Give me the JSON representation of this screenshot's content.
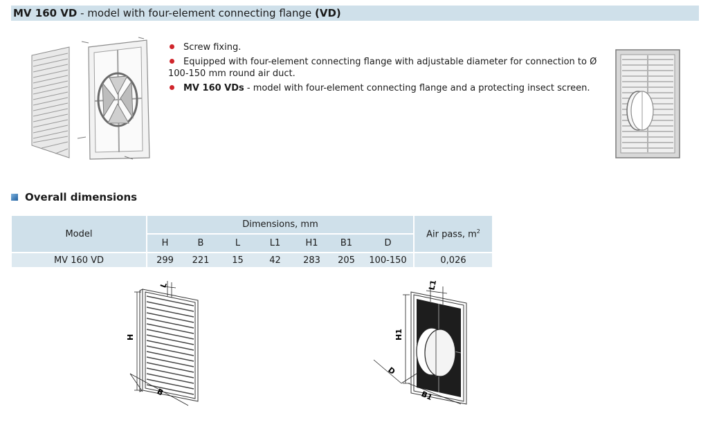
{
  "header": {
    "model": "MV 160 VD",
    "sep": " - ",
    "desc": "model with four-element connecting flange ",
    "code": "(VD)"
  },
  "bullets": [
    {
      "text": "Screw fixing."
    },
    {
      "text": "Equipped with four-element connecting flange with adjustable diameter for connection to Ø 100-150 mm round air duct."
    },
    {
      "bold": "MV 160 VDs",
      "text": " - model with four-element connecting flange and a protecting insect screen."
    }
  ],
  "section": {
    "title": "Overall dimensions"
  },
  "table": {
    "model_header": "Model",
    "dims_header": "Dimensions, mm",
    "air_header": "Air pass, m",
    "air_sup": "2",
    "columns": [
      "H",
      "B",
      "L",
      "L1",
      "H1",
      "B1",
      "D"
    ],
    "rows": [
      {
        "model": "MV 160 VD",
        "values": [
          "299",
          "221",
          "15",
          "42",
          "283",
          "205",
          "100-150"
        ],
        "air": "0,026"
      }
    ]
  },
  "drawing_labels": {
    "left": {
      "l": "L",
      "h": "H",
      "b": "B"
    },
    "right": {
      "l1": "L1",
      "h1": "H1",
      "d": "D",
      "b1": "B1"
    }
  },
  "colors": {
    "accent": "#d0252b",
    "header_bg": "#cfe0ea",
    "row_bg": "#dde9f0"
  }
}
